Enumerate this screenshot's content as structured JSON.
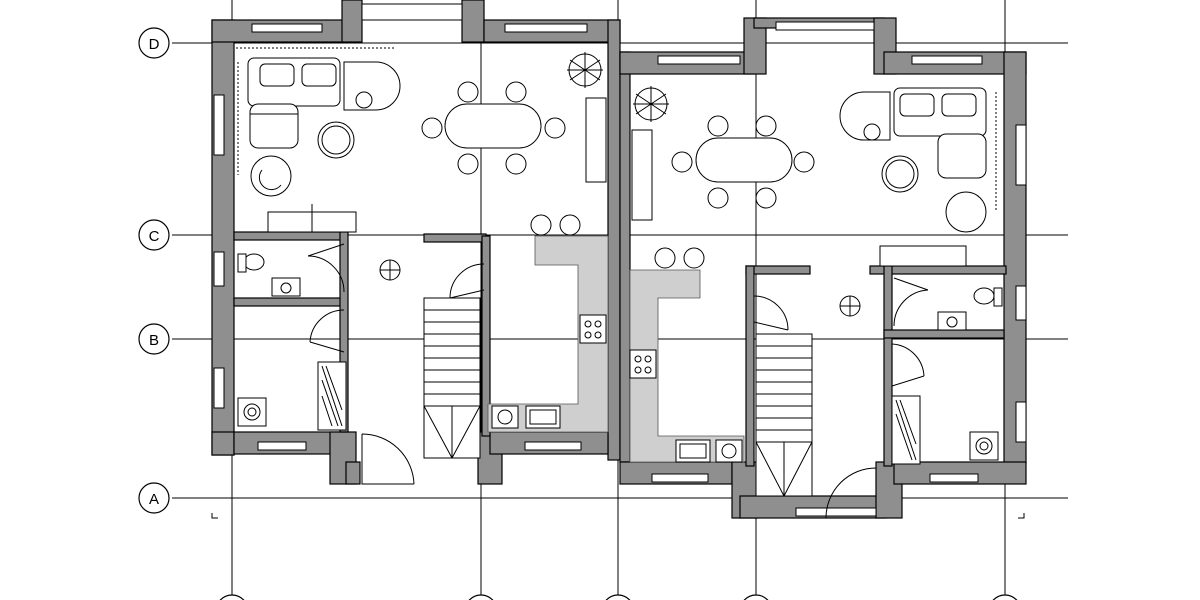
{
  "drawing": {
    "kind": "floor-plan",
    "units": 2,
    "row_axes": [
      "D",
      "C",
      "B",
      "A"
    ],
    "column_axes_count": 5,
    "colors": {
      "wall": "#8f8f8f",
      "counter": "#cfcfcf",
      "line": "#000000",
      "background": "#ffffff"
    },
    "furniture_icons": [
      "sofa-icon",
      "armchair-icon",
      "coffee-table-icon",
      "dining-table-icon",
      "chair-icon",
      "plant-icon",
      "bar-stool-icon",
      "hob-icon",
      "sink-icon",
      "toilet-icon",
      "washbasin-icon",
      "staircase-icon",
      "boiler-icon",
      "door-swing-icon"
    ]
  }
}
